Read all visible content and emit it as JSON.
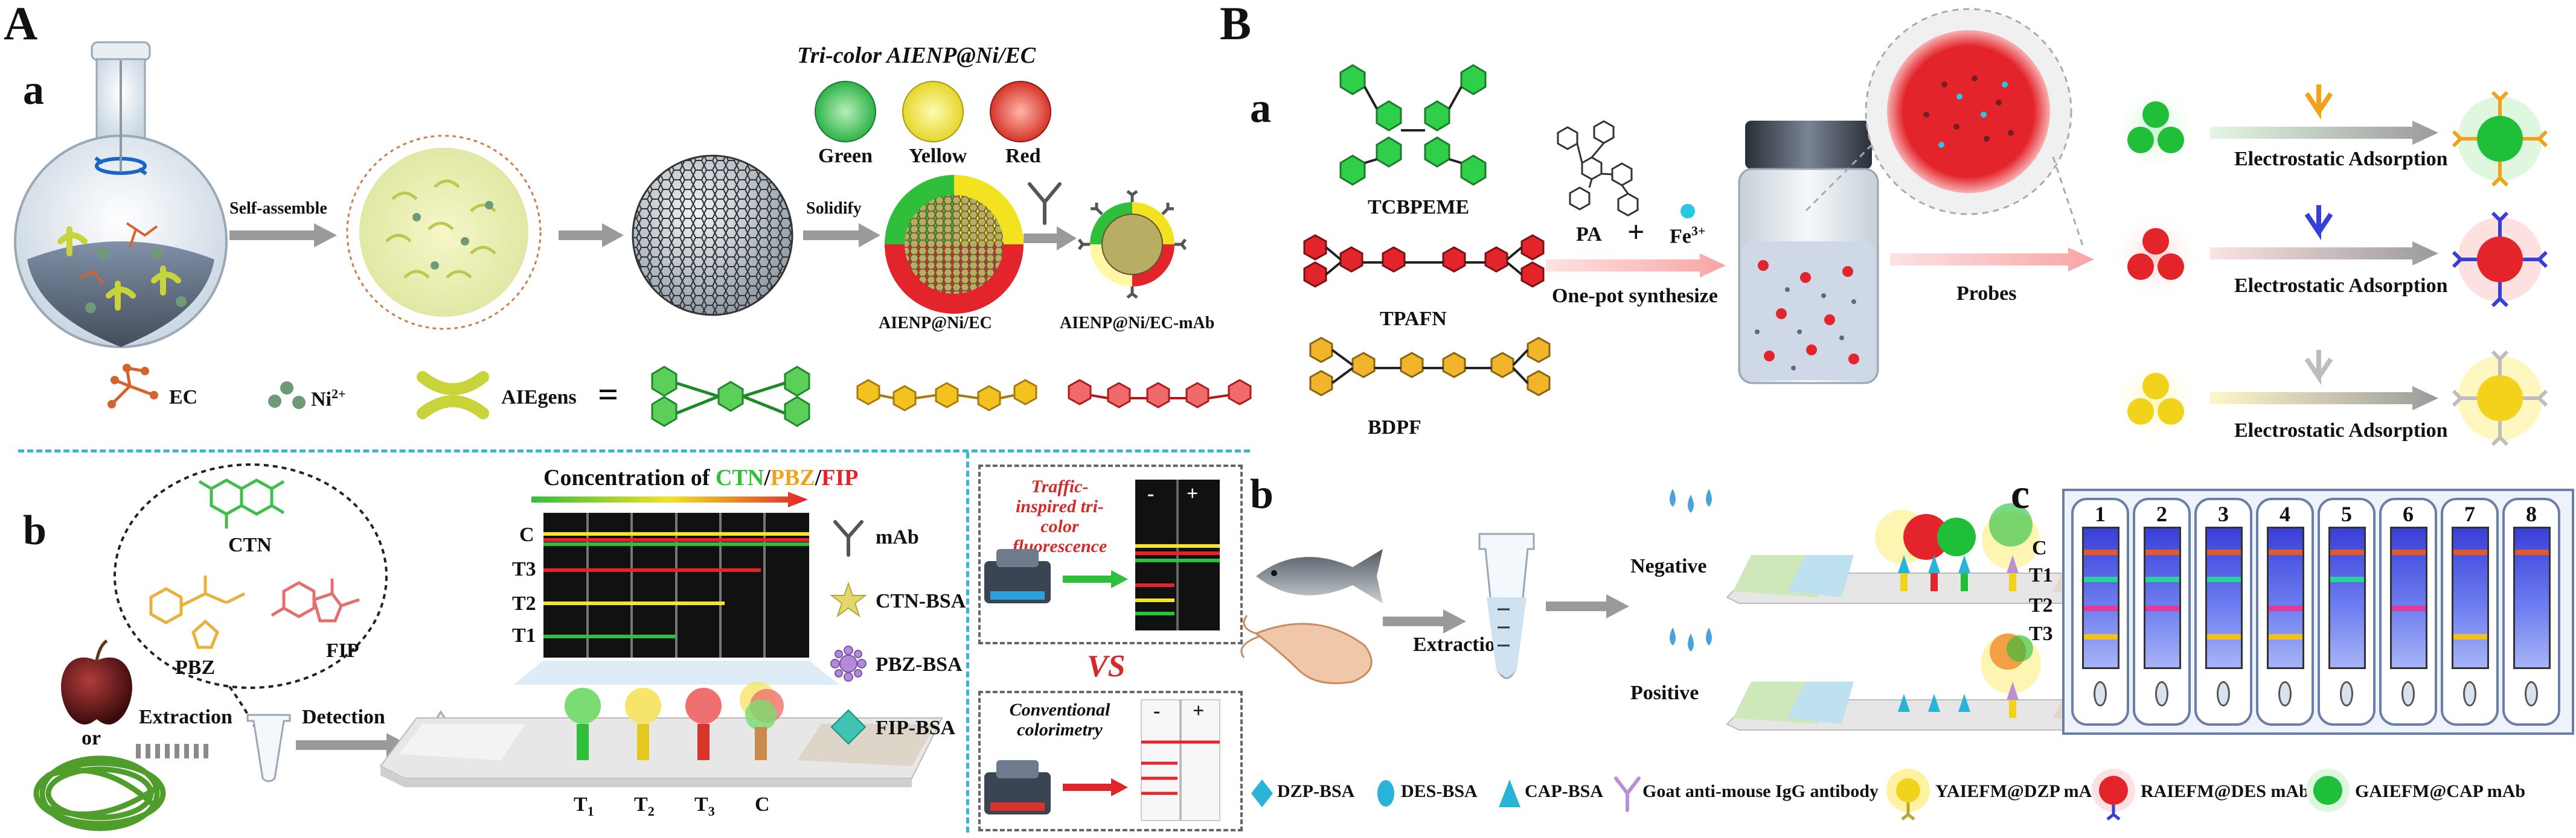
{
  "panels": {
    "A": {
      "letter": "A",
      "a": {
        "letter": "a",
        "self_assemble": "Self-assemble",
        "solidify": "Solidify",
        "title": "Tri-color AIENP@Ni/EC",
        "colors": [
          "Green",
          "Yellow",
          "Red"
        ],
        "product1": "AIENP@Ni/EC",
        "product2": "AIENP@Ni/EC-mAb",
        "legend_ec": "EC",
        "legend_ni": "Ni",
        "legend_ni_sup": "2+",
        "legend_aiegens": "AIEgens",
        "equals": "="
      },
      "b": {
        "letter": "b",
        "chemicals": [
          "CTN",
          "PBZ",
          "FIP"
        ],
        "or": "or",
        "extraction": "Extraction",
        "detection": "Detection",
        "concentration_prefix": "Concentration of ",
        "conc_ctn": "CTN",
        "conc_pbz": "PBZ",
        "conc_fip": "FIP",
        "slash": "/",
        "rows": [
          "C",
          "T3",
          "T2",
          "T1"
        ],
        "legend": [
          "mAb",
          "CTN-BSA",
          "PBZ-BSA",
          "FIP-BSA"
        ],
        "traffic": "Traffic-inspired tri-color fluorescence",
        "vs": "VS",
        "conventional": "Conventional colorimetry",
        "minus": "-",
        "plus": "+",
        "strip_labels": [
          "T",
          "T",
          "T",
          "C"
        ],
        "strip_subs": [
          "1",
          "2",
          "3",
          ""
        ]
      }
    },
    "B": {
      "letter": "B",
      "a": {
        "letter": "a",
        "molecules": [
          "TCBPEME",
          "TPAFN",
          "BDPF"
        ],
        "pa": "PA",
        "plus": "+",
        "fe": "Fe",
        "fe_sup": "3+",
        "one_pot": "One-pot synthesize",
        "probes": "Probes",
        "adsorption": [
          "Electrostatic Adsorption",
          "Electrostatic Adsorption",
          "Electrostatic Adsorption"
        ]
      },
      "b": {
        "letter": "b",
        "extraction": "Extraction",
        "negative": "Negative",
        "positive": "Positive",
        "legend": [
          "DZP-BSA",
          "DES-BSA",
          "CAP-BSA",
          "Goat anti-mouse IgG antibody",
          "YAIEFM@DZP mAb",
          "RAIEFM@DES mAb",
          "GAIEFM@CAP mAb"
        ]
      },
      "c": {
        "letter": "c",
        "rows": [
          "C",
          "T1",
          "T2",
          "T3"
        ],
        "strips": [
          "1",
          "2",
          "3",
          "4",
          "5",
          "6",
          "7",
          "8"
        ]
      }
    }
  },
  "colors": {
    "green": "#1fbf3a",
    "yellow": "#f2d21b",
    "red": "#e3242b",
    "dash": "#39b4d3"
  }
}
